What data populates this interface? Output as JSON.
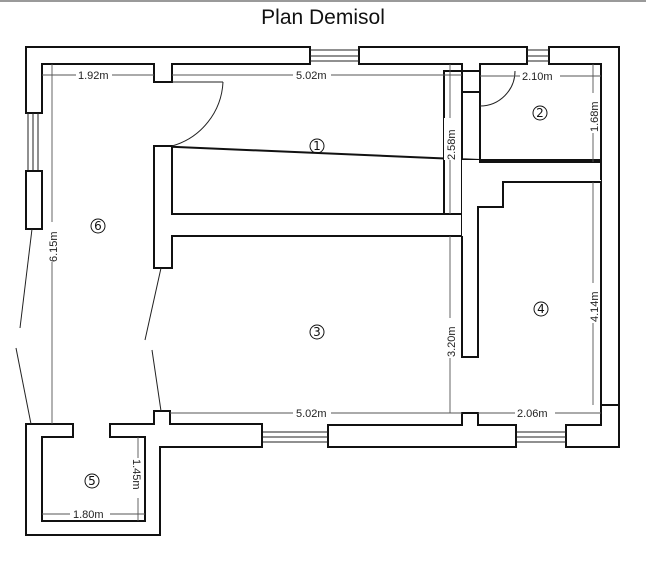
{
  "title": "Plan Demisol",
  "rooms": [
    {
      "id": "1",
      "label": "1"
    },
    {
      "id": "2",
      "label": "2"
    },
    {
      "id": "3",
      "label": "3"
    },
    {
      "id": "4",
      "label": "4"
    },
    {
      "id": "5",
      "label": "5"
    },
    {
      "id": "6",
      "label": "6"
    }
  ],
  "dimensions": {
    "top_left_width": "1.92m",
    "room1_width": "5.02m",
    "room1_height": "2.58m",
    "room2_width": "2.10m",
    "room2_height": "1.68m",
    "hall_height": "6.15m",
    "room3_width": "5.02m",
    "room3_height": "3.20m",
    "room4_width": "2.06m",
    "room4_height": "4.14m",
    "room5_width": "1.80m",
    "room5_height": "1.45m"
  }
}
